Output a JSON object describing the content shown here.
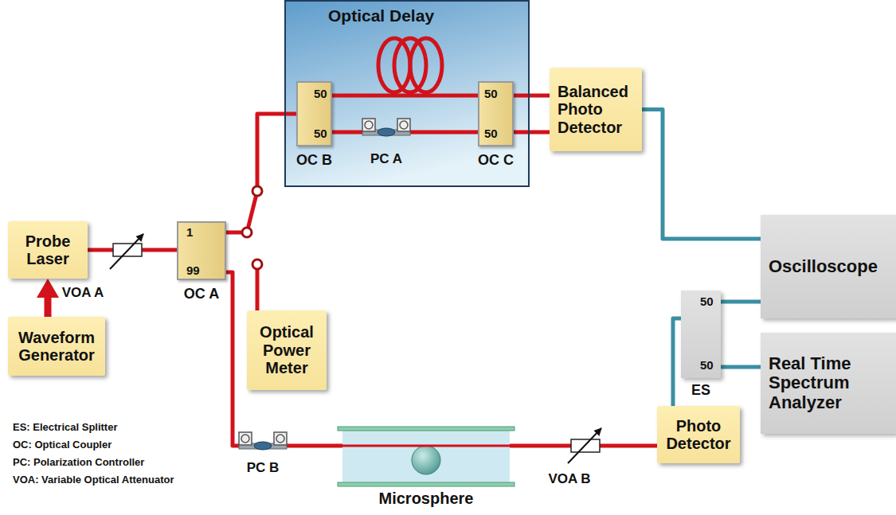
{
  "diagram": {
    "nodes": [
      {
        "text": [
          "Probe Laser"
        ]
      },
      {
        "text": [
          "Waveform Generator"
        ]
      },
      {
        "text": [
          "1",
          "99",
          "OC A"
        ]
      },
      {
        "text": [
          "Optical Power Meter"
        ]
      },
      {
        "text": [
          "Optical Delay"
        ]
      },
      {
        "text": [
          "50",
          "50",
          "OC B"
        ],
        "in": 4
      },
      {
        "text": [
          "50",
          "50",
          "OC C"
        ],
        "in": 4
      },
      {
        "text": [
          "Balanced Photo Detector"
        ]
      },
      {
        "text": [
          "Oscilloscope"
        ]
      },
      {
        "text": [
          "50",
          "50",
          "ES"
        ]
      },
      {
        "text": [
          "Real Time Spectrum Analyzer"
        ]
      },
      {
        "text": [
          "Photo Detector"
        ]
      },
      {
        "text": [
          "Microsphere"
        ]
      }
    ],
    "edges": [
      {
        "from": 1,
        "to": 0,
        "arrow": "to"
      },
      {
        "from": 0,
        "to": 2,
        "arrow": "none"
      },
      {
        "from": 2,
        "to": 5,
        "arrow": "none"
      },
      {
        "from": 5,
        "to": 6,
        "arrow": "none"
      },
      {
        "from": 5,
        "to": 6,
        "arrow": "none"
      },
      {
        "from": 6,
        "to": 7,
        "arrow": "none"
      },
      {
        "from": 6,
        "to": 7,
        "arrow": "none"
      },
      {
        "from": 7,
        "to": 8,
        "arrow": "none"
      },
      {
        "from": 2,
        "to": 12,
        "arrow": "none"
      },
      {
        "from": 12,
        "to": 11,
        "arrow": "none"
      },
      {
        "from": 11,
        "to": 9,
        "arrow": "none"
      },
      {
        "from": 9,
        "to": 8,
        "arrow": "none"
      },
      {
        "from": 9,
        "to": 10,
        "arrow": "none"
      }
    ],
    "labels": [
      "VOA A",
      "PC A",
      "PC B",
      "VOA B",
      "ES: Electrical Splitter",
      "OC: Optical Coupler",
      "PC: Polarization Controller",
      "VOA: Variable Optical Attenuator"
    ]
  }
}
